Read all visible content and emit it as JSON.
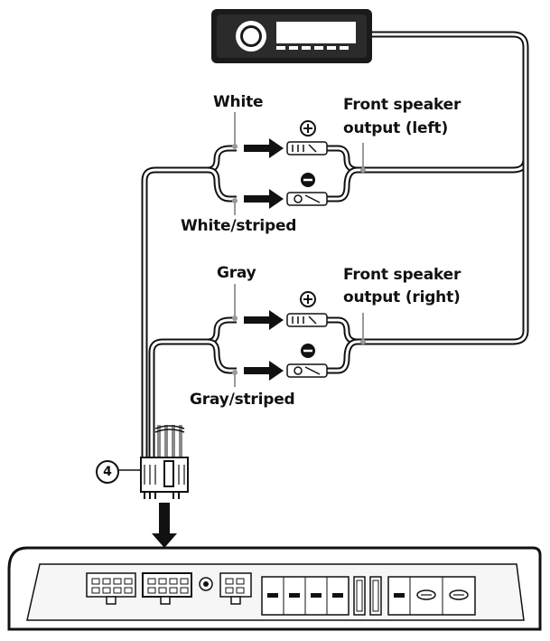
{
  "labels": {
    "white": "White",
    "white_striped": "White/striped",
    "front_left_line1": "Front speaker",
    "front_left_line2": "output (left)",
    "gray": "Gray",
    "gray_striped": "Gray/striped",
    "front_right_line1": "Front speaker",
    "front_right_line2": "output (right)"
  },
  "callouts": {
    "connector_number": "4"
  },
  "icons": {
    "plus": "plus-terminal-icon",
    "minus": "minus-terminal-icon",
    "arrow": "arrow-right-icon"
  },
  "colors": {
    "line": "#111111",
    "device_dark": "#1a1a1a",
    "white": "#ffffff",
    "panel": "#f2f2f2"
  }
}
